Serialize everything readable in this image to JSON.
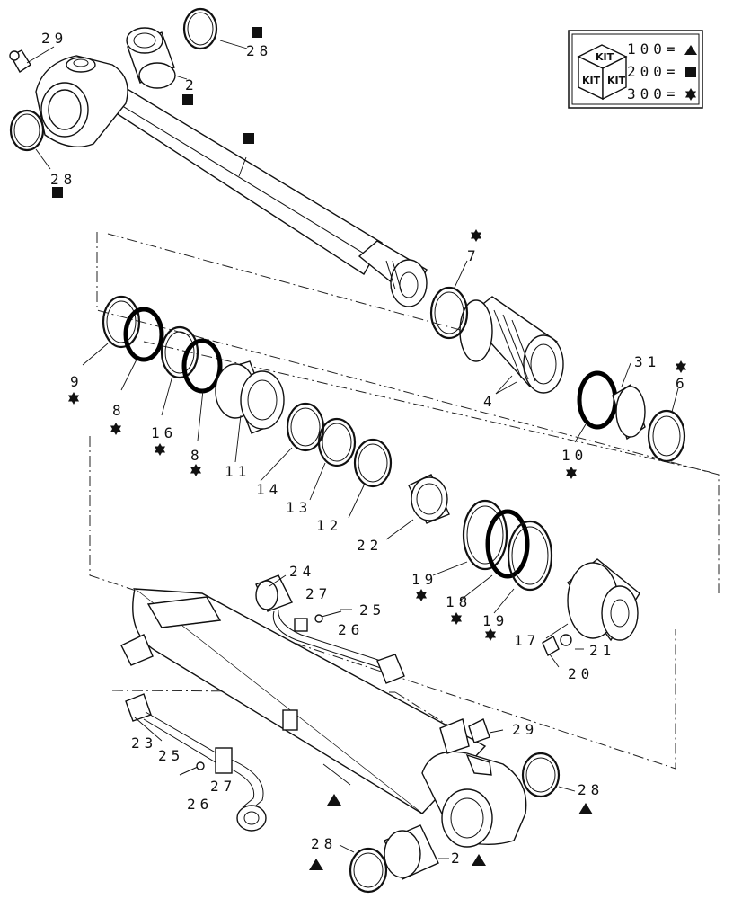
{
  "legend": {
    "kit_word": "KIT",
    "rows": [
      {
        "code": "100=",
        "symbol": "triangle"
      },
      {
        "code": "200=",
        "symbol": "square"
      },
      {
        "code": "300=",
        "symbol": "star"
      }
    ]
  },
  "callouts": {
    "c29a": "29",
    "c28a": "28",
    "c2a": "2",
    "c28b": "28",
    "c7": "7",
    "c9": "9",
    "c8a": "8",
    "c16": "16",
    "c8b": "8",
    "c11": "11",
    "c14": "14",
    "c13": "13",
    "c12": "12",
    "c4": "4",
    "c31": "31",
    "c6": "6",
    "c10": "10",
    "c22": "22",
    "c19a": "19",
    "c18": "18",
    "c19b": "19",
    "c24": "24",
    "c27a": "27",
    "c25a": "25",
    "c26a": "26",
    "c17": "17",
    "c21": "21",
    "c20": "20",
    "c23": "23",
    "c25b": "25",
    "c27b": "27",
    "c26b": "26",
    "c29b": "29",
    "c28c": "28",
    "c28d": "28",
    "c2b": "2"
  }
}
